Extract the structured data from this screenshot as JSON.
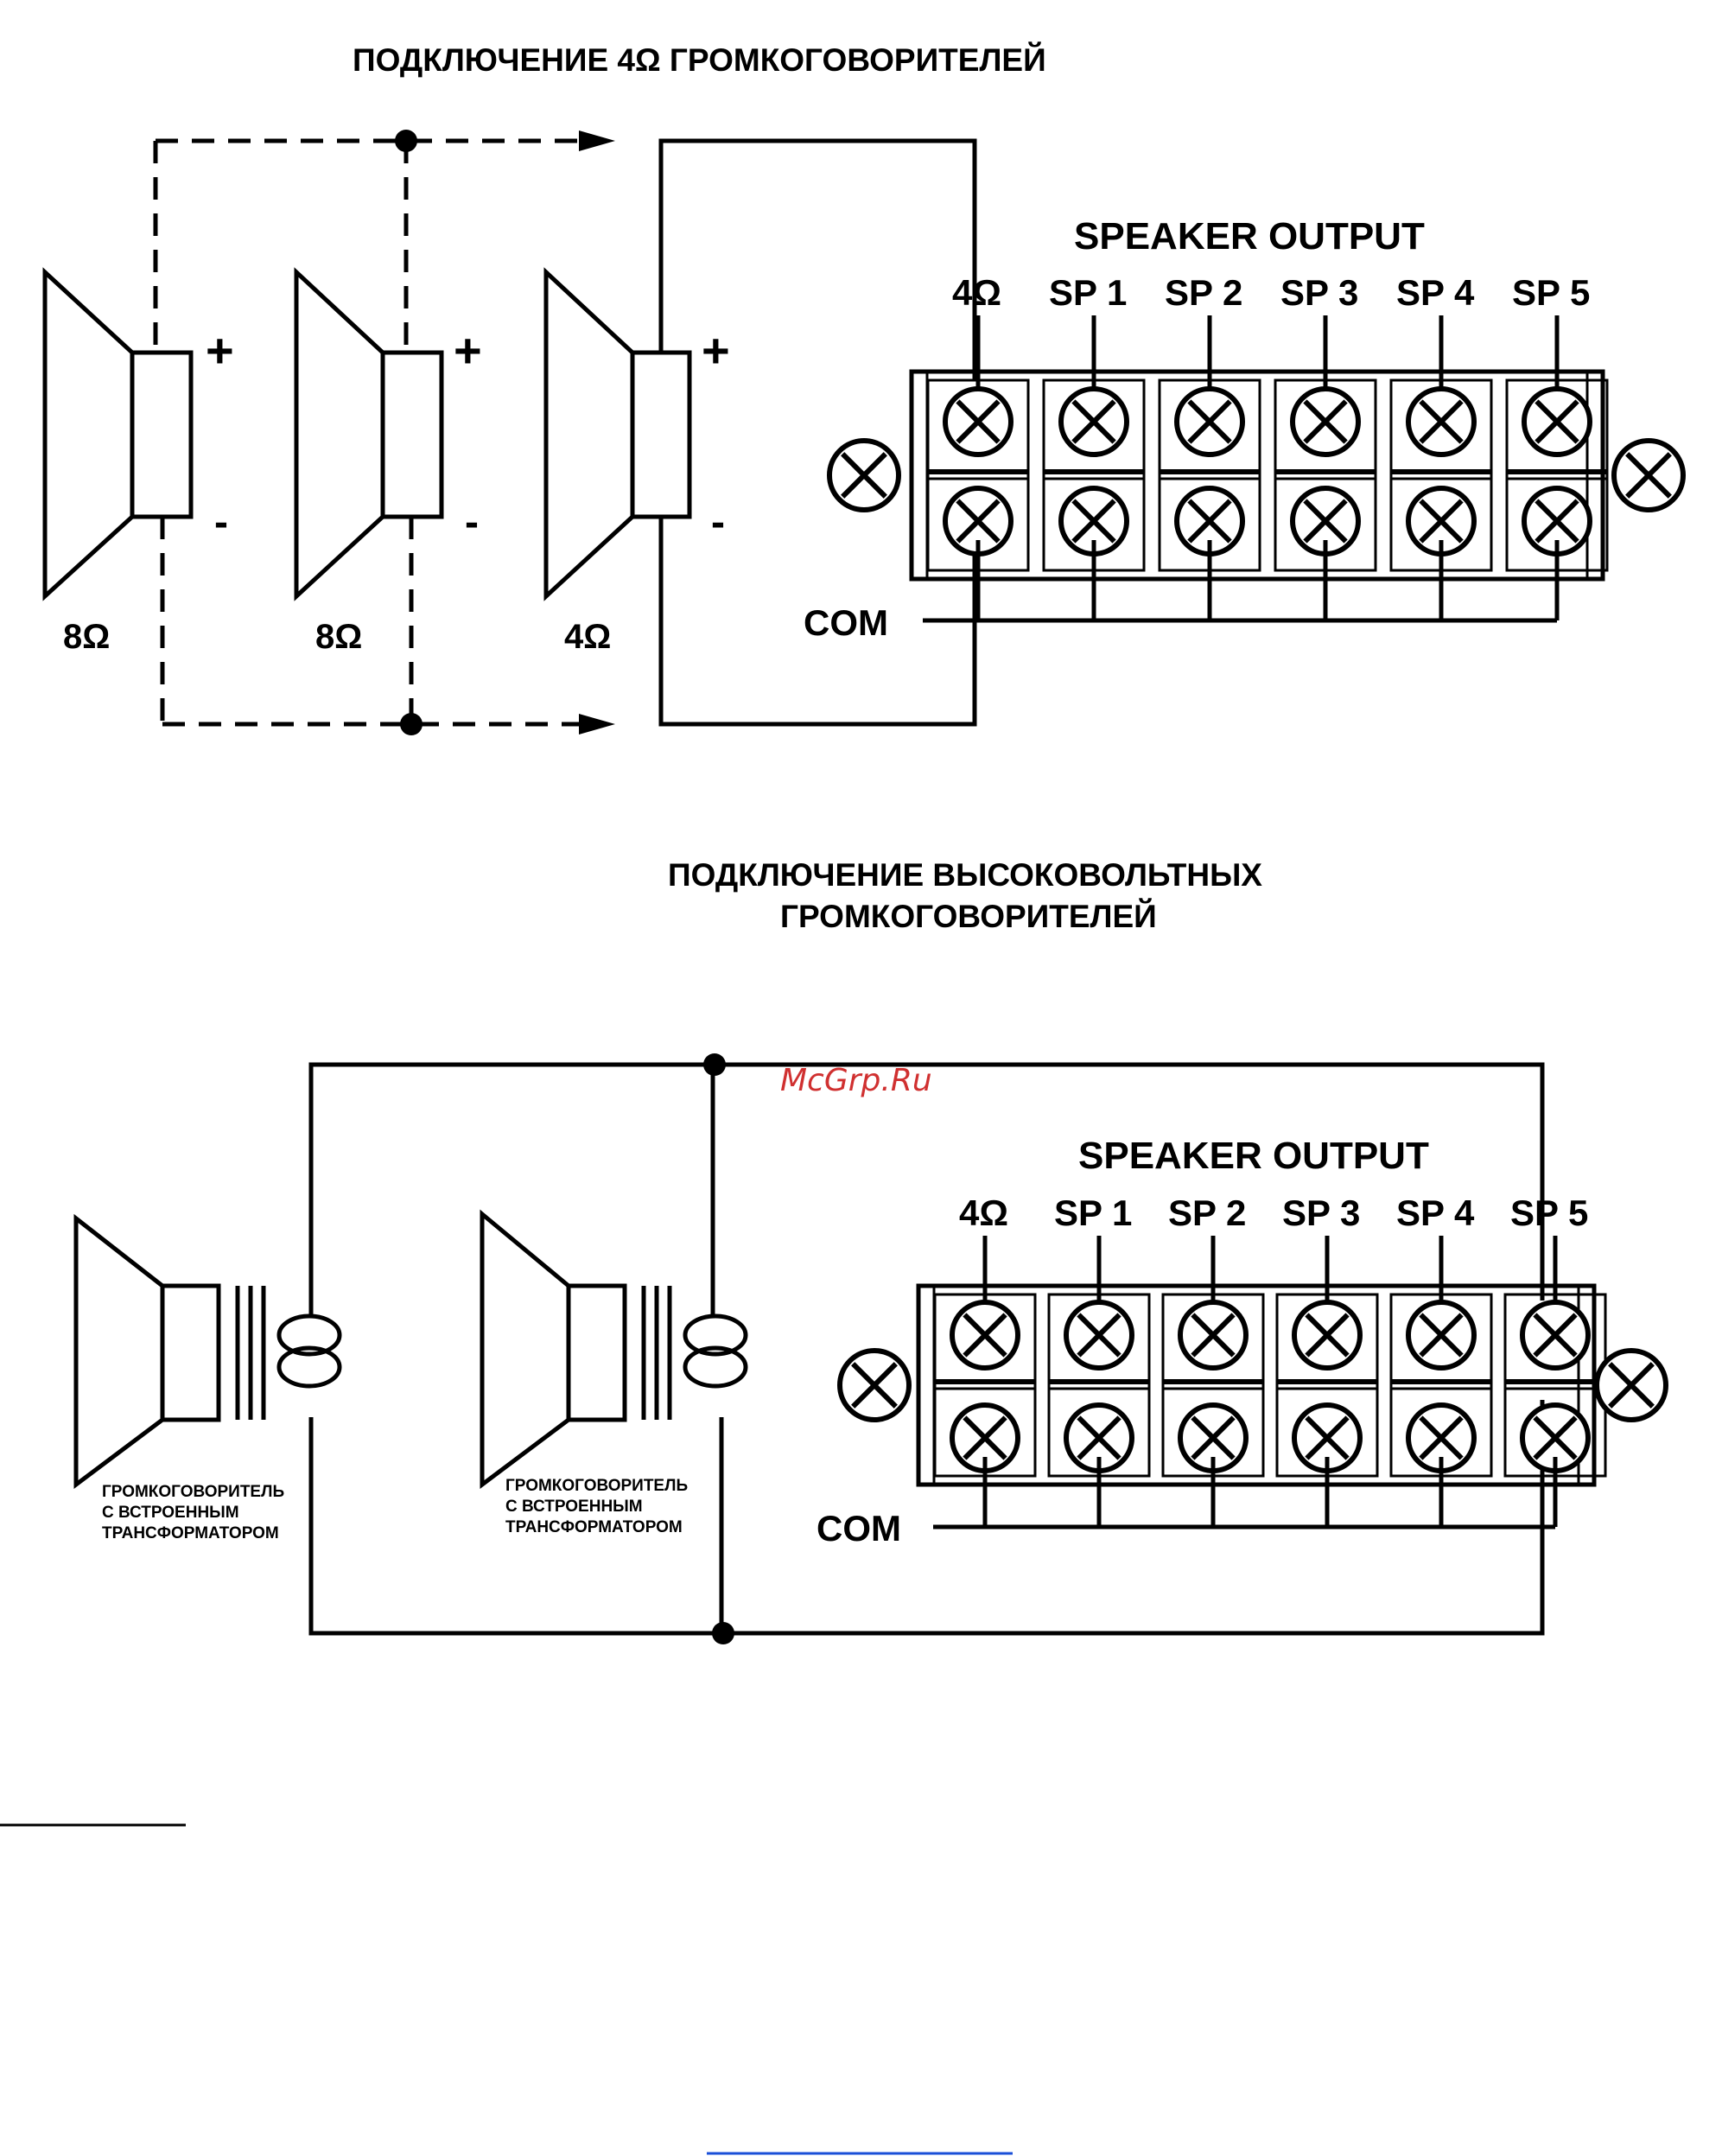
{
  "diagram1": {
    "title": "ПОДКЛЮЧЕНИЕ 4Ω ГРОМКОГОВОРИТЕЛЕЙ",
    "speakers": [
      {
        "impedance": "8Ω",
        "plus": "+",
        "minus": "-"
      },
      {
        "impedance": "8Ω",
        "plus": "+",
        "minus": "-"
      },
      {
        "impedance": "4Ω",
        "plus": "+",
        "minus": "-"
      }
    ],
    "output_title": "SPEAKER OUTPUT",
    "terminals": [
      "4Ω",
      "SP 1",
      "SP 2",
      "SP 3",
      "SP 4",
      "SP 5"
    ],
    "com_label": "COM"
  },
  "diagram2": {
    "title_line1": "ПОДКЛЮЧЕНИЕ ВЫСОКОВОЛЬТНЫХ",
    "title_line2": "ГРОМКОГОВОРИТЕЛЕЙ",
    "speakers": [
      {
        "caption_lines": [
          "ГРОМКОГОВОРИТЕЛЬ",
          "С ВСТРОЕННЫМ",
          "ТРАНСФОРМАТОРОМ"
        ]
      },
      {
        "caption_lines": [
          "ГРОМКОГОВОРИТЕЛЬ",
          "С ВСТРОЕННЫМ",
          "ТРАНСФОРМАТОРОМ"
        ]
      }
    ],
    "output_title": "SPEAKER OUTPUT",
    "terminals": [
      "4Ω",
      "SP 1",
      "SP 2",
      "SP 3",
      "SP 4",
      "SP 5"
    ],
    "com_label": "COM"
  },
  "watermark": "McGrp.Ru"
}
